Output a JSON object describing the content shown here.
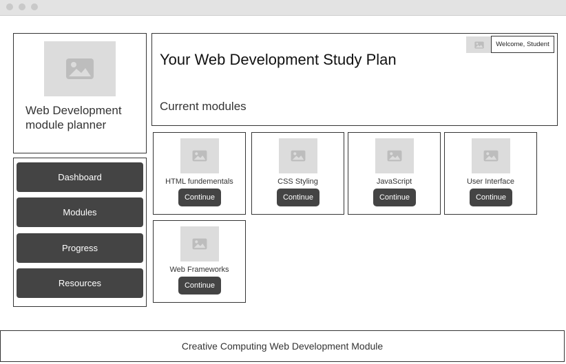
{
  "window": {
    "controls": [
      "close",
      "minimize",
      "maximize"
    ]
  },
  "sidebar": {
    "logo_icon": "image-placeholder-icon",
    "title": "Web Development module planner",
    "nav": [
      {
        "label": "Dashboard"
      },
      {
        "label": "Modules"
      },
      {
        "label": "Progress"
      },
      {
        "label": "Resources"
      }
    ]
  },
  "header": {
    "title": "Your Web Development Study Plan",
    "section": "Current modules",
    "welcome": "Welcome, Student",
    "avatar_icon": "image-placeholder-icon"
  },
  "modules": [
    {
      "name": "HTML fundementals",
      "action": "Continue"
    },
    {
      "name": "CSS Styling",
      "action": "Continue"
    },
    {
      "name": "JavaScript",
      "action": "Continue"
    },
    {
      "name": "User Interface",
      "action": "Continue"
    },
    {
      "name": "Web Frameworks",
      "action": "Continue"
    }
  ],
  "footer": {
    "text": "Creative Computing Web Development Module"
  },
  "colors": {
    "button_bg": "#444444",
    "placeholder_bg": "#dcdcdc",
    "border": "#333333"
  }
}
